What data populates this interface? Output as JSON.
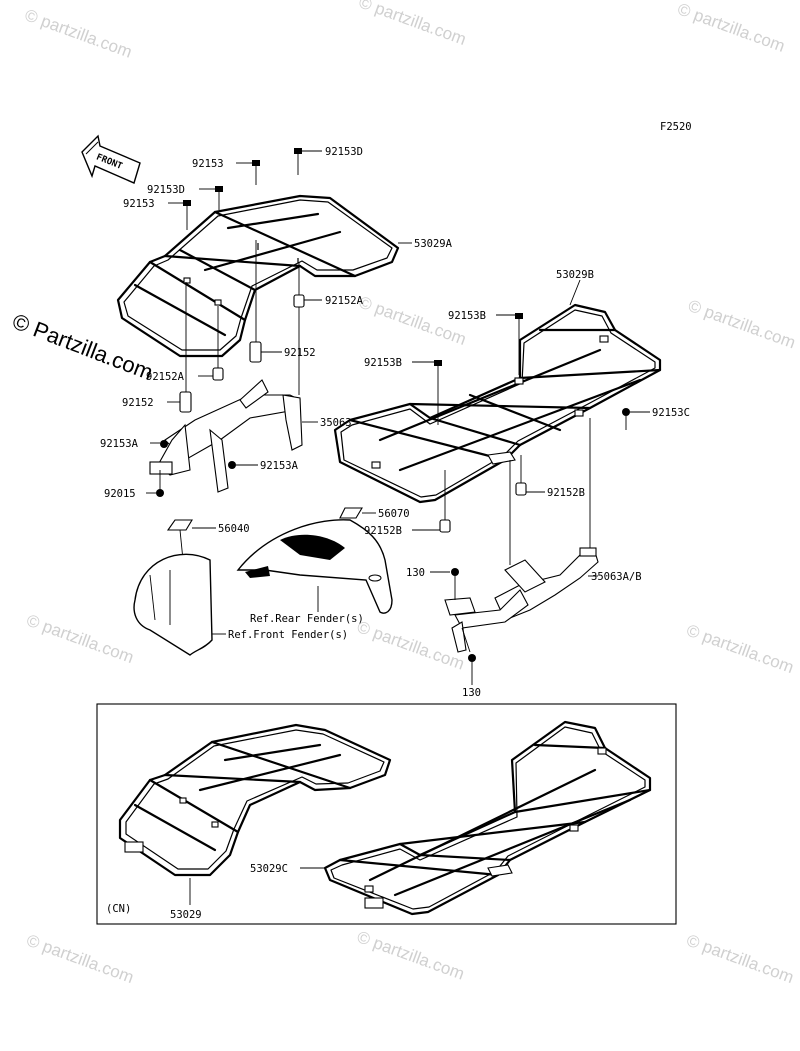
{
  "figure_code": "F2520",
  "front_arrow_label": "FRONT",
  "watermark": "© Partzilla.com",
  "watermark_faint": "© partzilla.com",
  "callouts": [
    {
      "id": "92153-top",
      "text": "92153"
    },
    {
      "id": "92153D-top",
      "text": "92153D"
    },
    {
      "id": "92153D-mid",
      "text": "92153D"
    },
    {
      "id": "92153-left",
      "text": "92153"
    },
    {
      "id": "53029A",
      "text": "53029A"
    },
    {
      "id": "92152A-right",
      "text": "92152A"
    },
    {
      "id": "92152-mid",
      "text": "92152"
    },
    {
      "id": "92152A-left",
      "text": "92152A"
    },
    {
      "id": "92152-left",
      "text": "92152"
    },
    {
      "id": "35063",
      "text": "35063"
    },
    {
      "id": "92153A-left",
      "text": "92153A"
    },
    {
      "id": "92153A-right",
      "text": "92153A"
    },
    {
      "id": "92015",
      "text": "92015"
    },
    {
      "id": "53029B",
      "text": "53029B"
    },
    {
      "id": "92153B-top",
      "text": "92153B"
    },
    {
      "id": "92153B-mid",
      "text": "92153B"
    },
    {
      "id": "92153C",
      "text": "92153C"
    },
    {
      "id": "92152B-right",
      "text": "92152B"
    },
    {
      "id": "92152B-left",
      "text": "92152B"
    },
    {
      "id": "56070",
      "text": "56070"
    },
    {
      "id": "56040",
      "text": "56040"
    },
    {
      "id": "130-top",
      "text": "130"
    },
    {
      "id": "35063AB",
      "text": "35063A/B"
    },
    {
      "id": "130-bottom",
      "text": "130"
    },
    {
      "id": "ref-rear",
      "text": "Ref.Rear Fender(s)"
    },
    {
      "id": "ref-front",
      "text": "Ref.Front Fender(s)"
    },
    {
      "id": "53029C",
      "text": "53029C"
    },
    {
      "id": "53029",
      "text": "53029"
    },
    {
      "id": "cn",
      "text": "(CN)"
    }
  ]
}
